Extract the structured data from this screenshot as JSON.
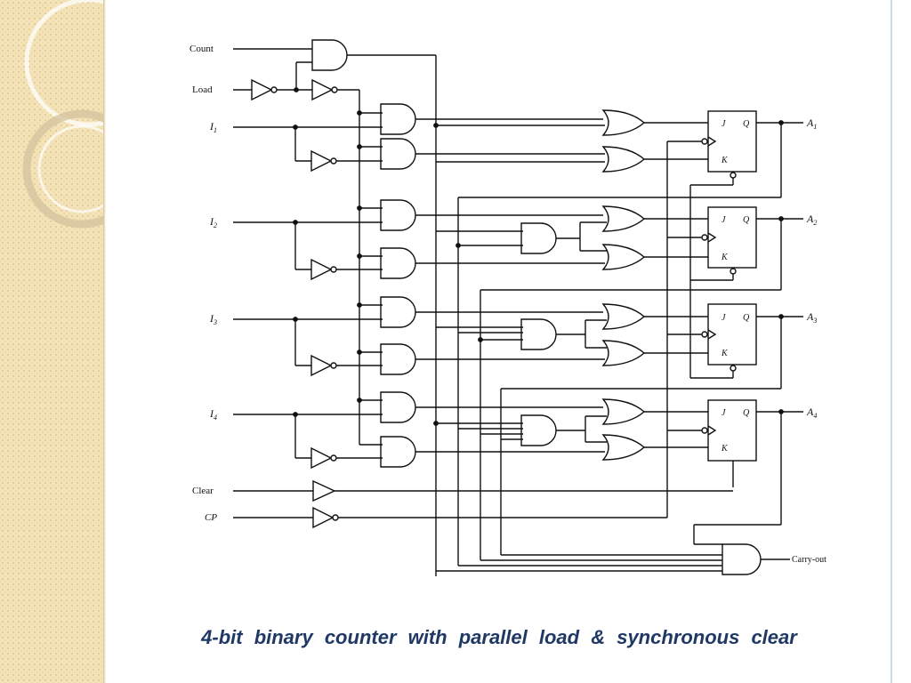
{
  "colors": {
    "sidebar": "#f4e3b8",
    "caption": "#1f3864",
    "wire": "#111111"
  },
  "caption": "4-bit  binary  counter  with  parallel  load  &  synchronous  clear",
  "inputs": {
    "count": "Count",
    "load": "Load",
    "i1": "I",
    "i1_sub": "1",
    "i2": "I",
    "i2_sub": "2",
    "i3": "I",
    "i3_sub": "3",
    "i4": "I",
    "i4_sub": "4",
    "clear": "Clear",
    "cp": "CP"
  },
  "outputs": {
    "a1": "A",
    "a1_sub": "1",
    "a2": "A",
    "a2_sub": "2",
    "a3": "A",
    "a3_sub": "3",
    "a4": "A",
    "a4_sub": "4",
    "carry_out": "Carry-out"
  },
  "flipflop": {
    "j": "J",
    "k": "K",
    "q": "Q"
  }
}
